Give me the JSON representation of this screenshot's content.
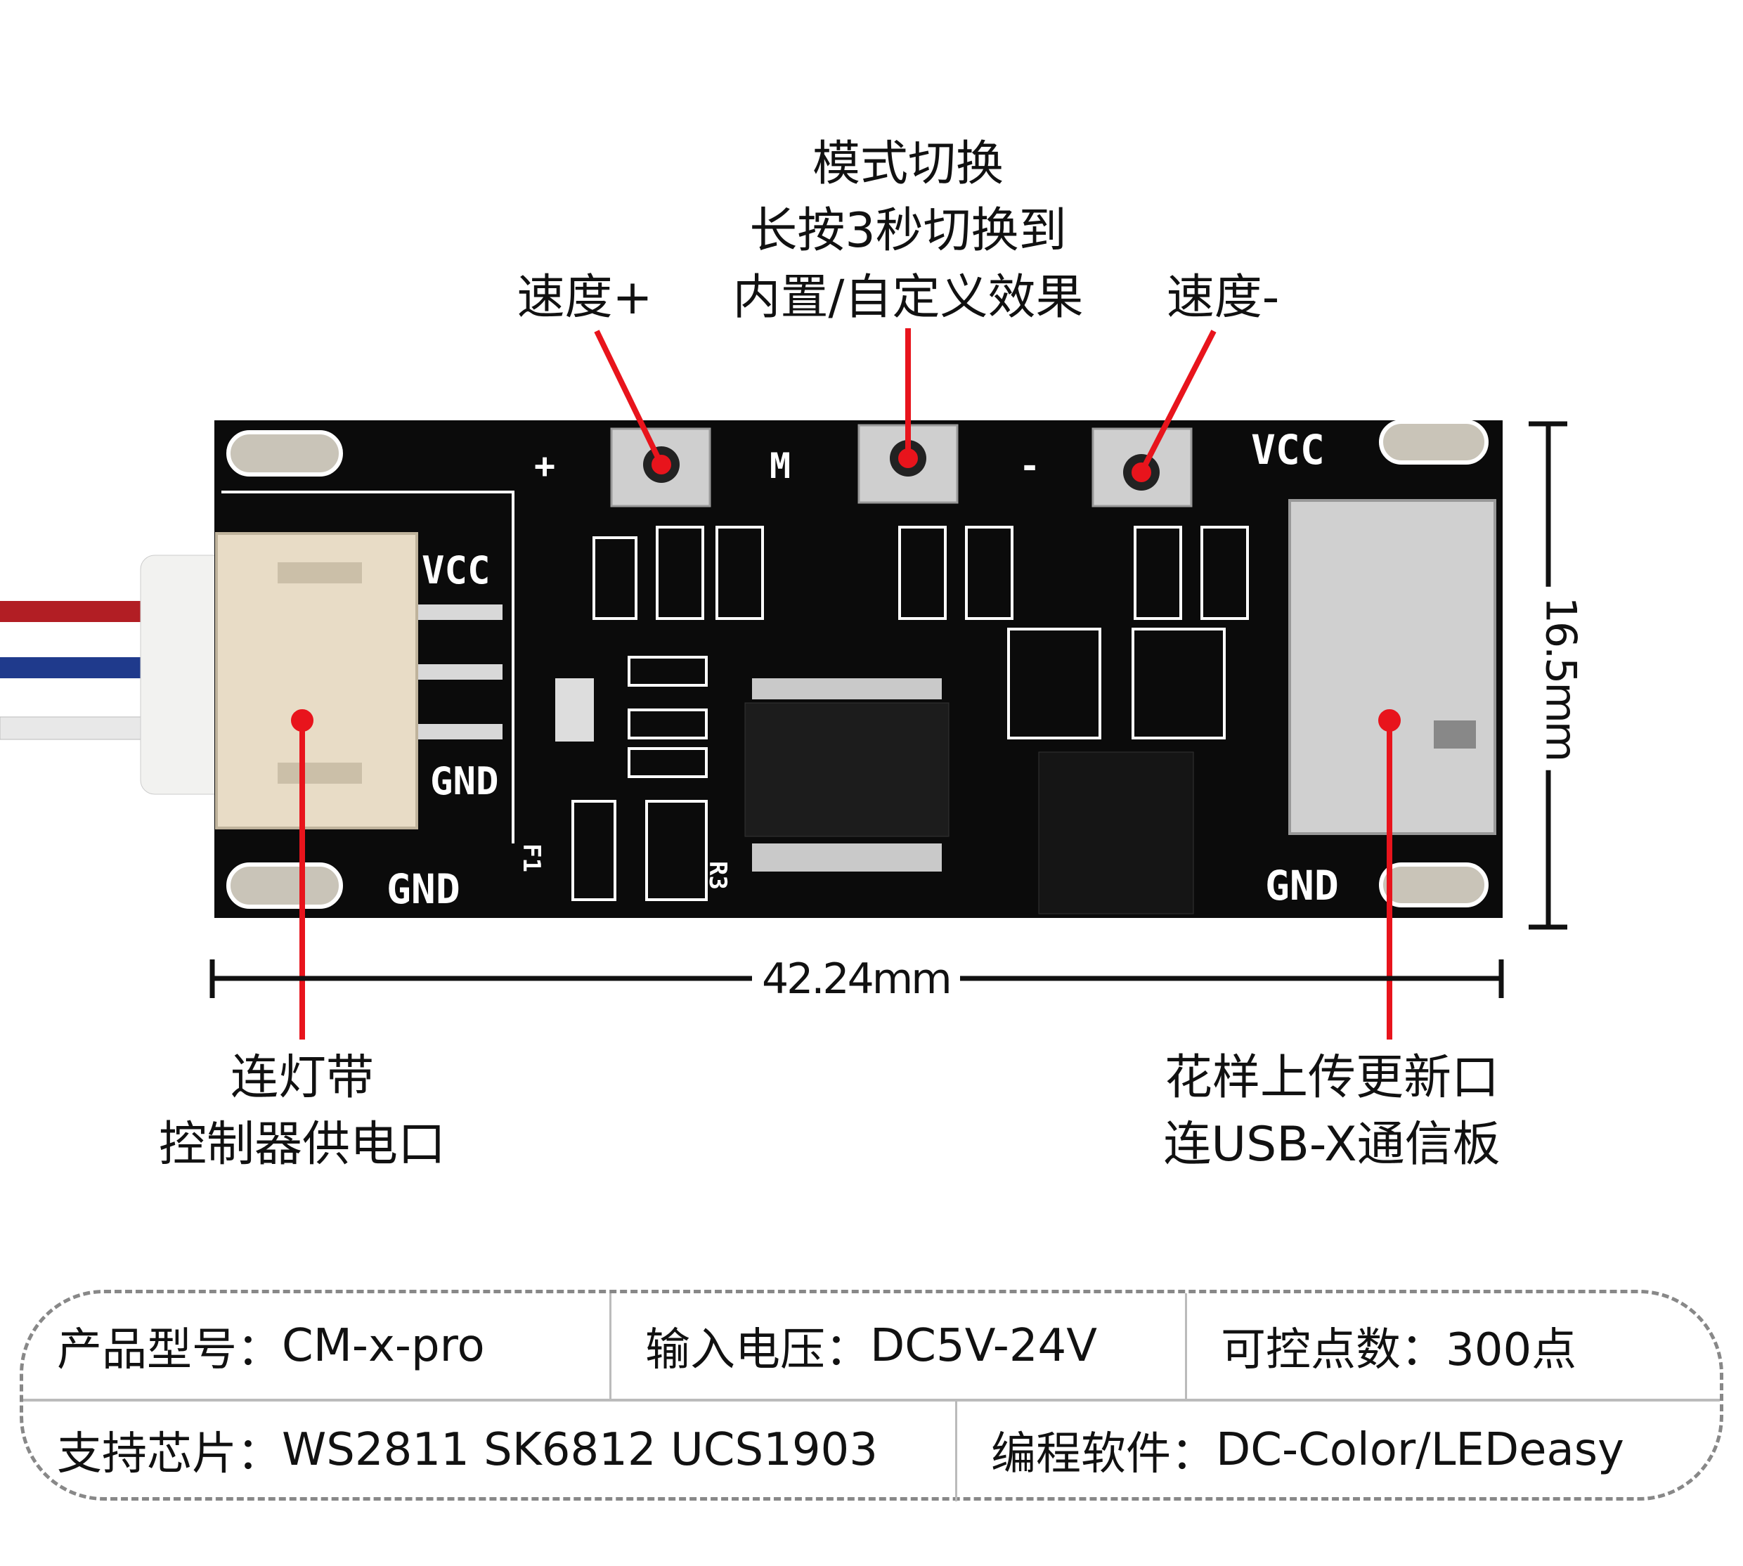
{
  "labels": {
    "mode_line1": "模式切换",
    "mode_line2": "长按3秒切换到",
    "mode_line3": "内置/自定义效果",
    "speed_up": "速度+",
    "speed_down": "速度-",
    "power_line1": "连灯带",
    "power_line2": "控制器供电口",
    "usb_line1": "花样上传更新口",
    "usb_line2": "连USB-X通信板"
  },
  "dimensions": {
    "width": "42.24mm",
    "height": "16.5mm"
  },
  "board_silkscreen": {
    "plus": "+",
    "mode": "M",
    "minus": "-",
    "vcc_left": "VCC",
    "gnd_left": "GND",
    "gnd_bottom": "GND",
    "vcc_right": "VCC",
    "gnd_right": "GND",
    "f1": "F1",
    "r3": "R3"
  },
  "specs": [
    [
      {
        "key": "产品型号：",
        "value": "CM-x-pro"
      },
      {
        "key": "输入电压：",
        "value": "DC5V-24V"
      },
      {
        "key": "可控点数：",
        "value": "300点"
      }
    ],
    [
      {
        "key": "支持芯片：",
        "value": "WS2811 SK6812 UCS1903"
      },
      {
        "key": "编程软件：",
        "value": "DC-Color/LEDeasy"
      }
    ]
  ],
  "colors": {
    "pointer": "#e8141c",
    "board": "#0b0b0b"
  }
}
